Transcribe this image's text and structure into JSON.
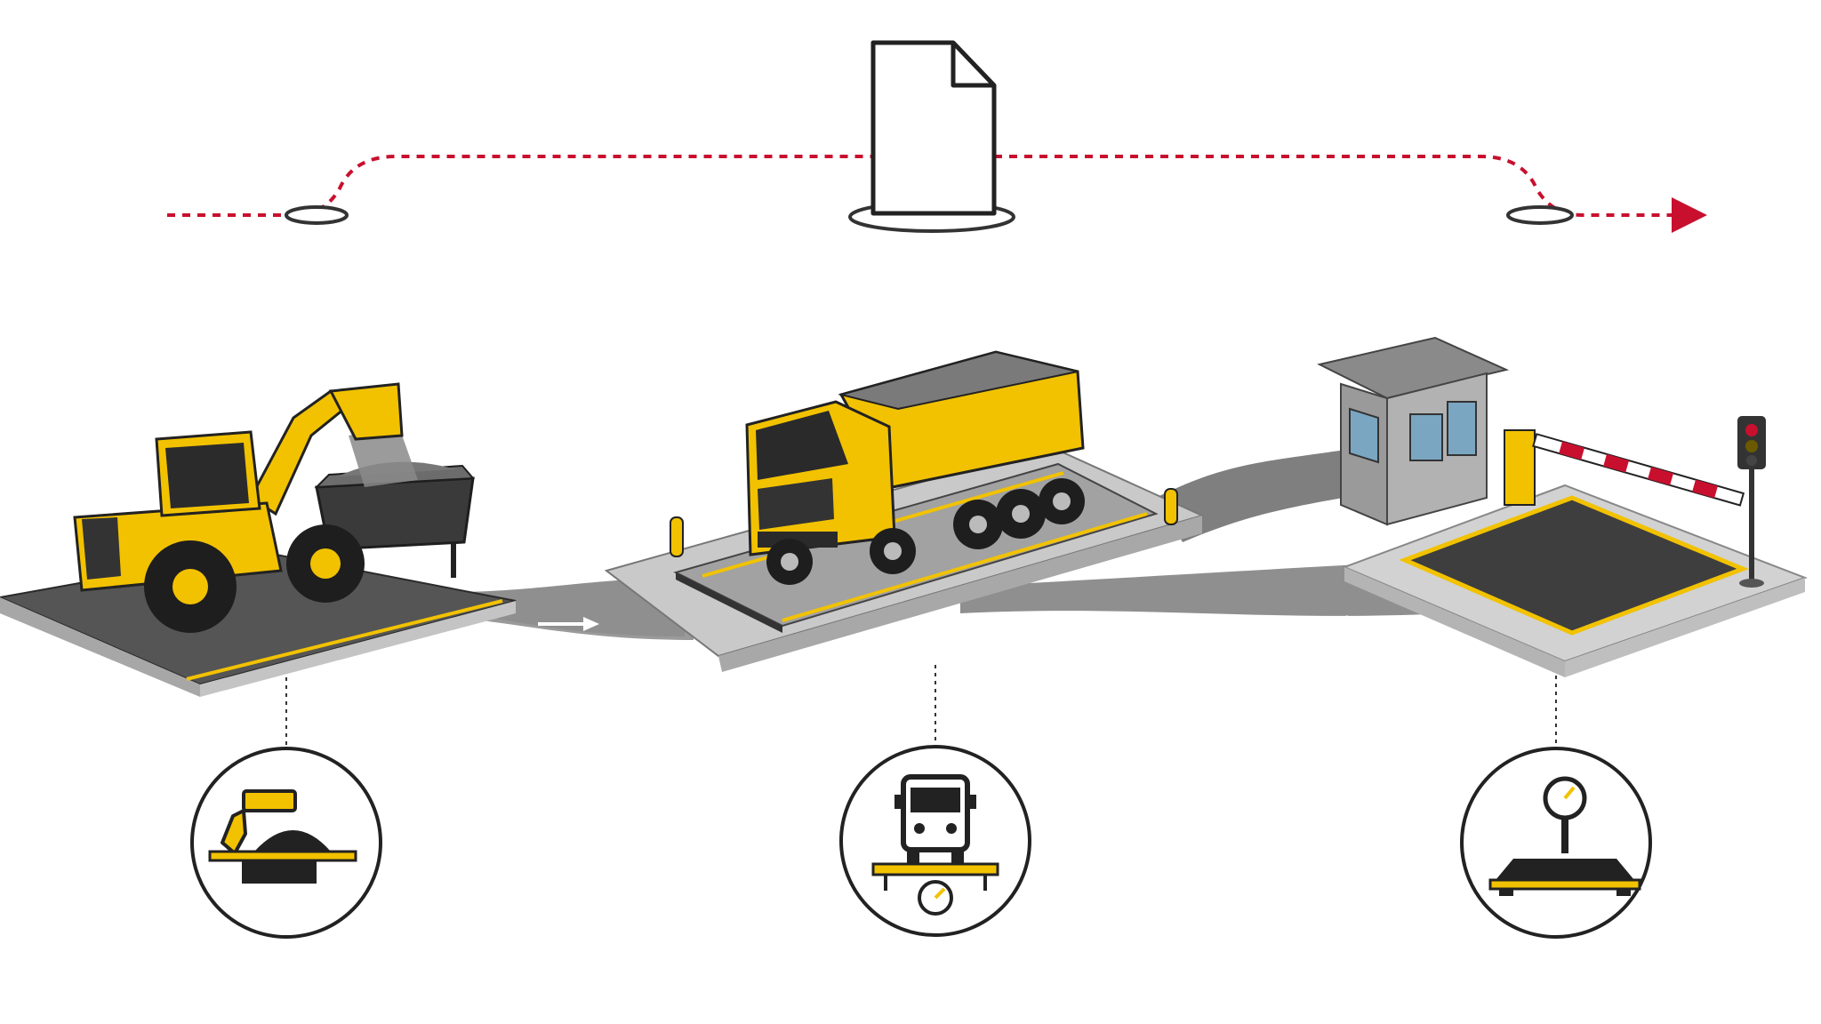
{
  "diagram": {
    "type": "process-flow",
    "colors": {
      "accent": "#f2c200",
      "flow_line": "#c8102e",
      "outline": "#222222",
      "road": "#8f8f8f",
      "platform": "#c9c9c9",
      "background": "#ffffff"
    },
    "document": {
      "icon": "document-icon"
    },
    "nodes": [
      {
        "id": "loading",
        "scene": "wheel-loader-filling-hopper",
        "icon": "loader-hopper-icon"
      },
      {
        "id": "truck-scale",
        "scene": "dump-truck-on-weighbridge",
        "icon": "truck-on-scale-icon"
      },
      {
        "id": "gate-scale",
        "scene": "guard-booth-barrier-platform-scale",
        "icon": "dial-scale-icon"
      }
    ],
    "flow_arrows": 2
  }
}
